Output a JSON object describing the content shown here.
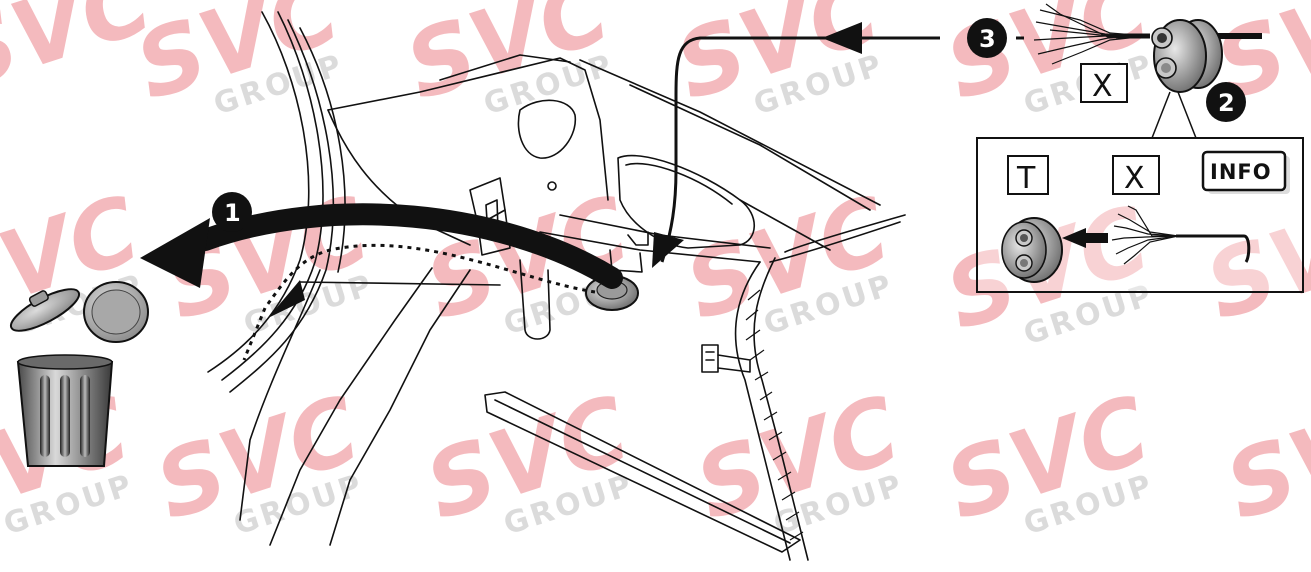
{
  "watermark": {
    "brand": "SVC",
    "group": "GROUP",
    "color": "#f2a9ae"
  },
  "steps": [
    {
      "number": "1",
      "meaning": "remove plug from body opening and discard"
    },
    {
      "number": "2",
      "meaning": "grommet with two cable passages"
    },
    {
      "number": "3",
      "meaning": "route wiring harness through opening"
    }
  ],
  "inset_labels": {
    "tool_box": "T",
    "cut_box": "X",
    "info_box": "INFO"
  },
  "top_cut_label": "X",
  "icons": [
    "trash-bin-icon",
    "plug-cap-icon",
    "grommet-icon",
    "wire-harness-icon",
    "arrow-icon"
  ]
}
